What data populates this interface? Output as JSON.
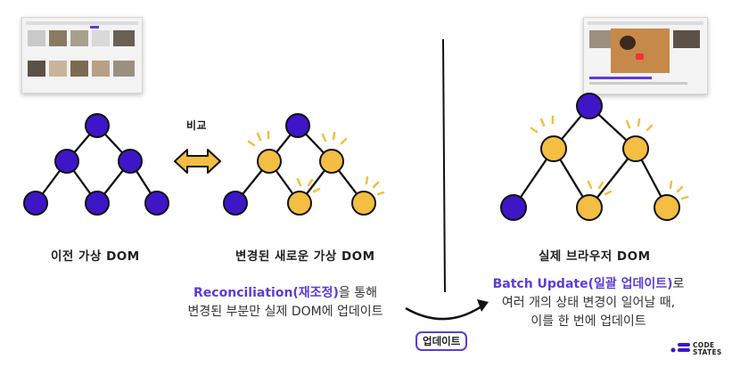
{
  "labels": {
    "compare": "비교",
    "prev_vdom": "이전 가상 DOM",
    "new_vdom": "변경된 새로운 가상 DOM",
    "real_dom": "실제 브라우저 DOM",
    "update_badge": "업데이트"
  },
  "left_desc": {
    "accent": "Reconciliation(재조정)",
    "line1_rest": "을 통해",
    "line2": "변경된 부분만 실제 DOM에 업데이트"
  },
  "right_desc": {
    "accent": "Batch Update(일괄 업데이트)",
    "line1_rest": "로",
    "line2": "여러 개의 상태 변경이 일어날 때,",
    "line3": "이를 한 번에 업데이트"
  },
  "logo": {
    "line1": "CODE",
    "line2": "STATES"
  },
  "colors": {
    "purple_node": "#3d16c8",
    "yellow_node": "#f3be41",
    "accent": "#5c3bd9",
    "spark": "#f3be41"
  }
}
